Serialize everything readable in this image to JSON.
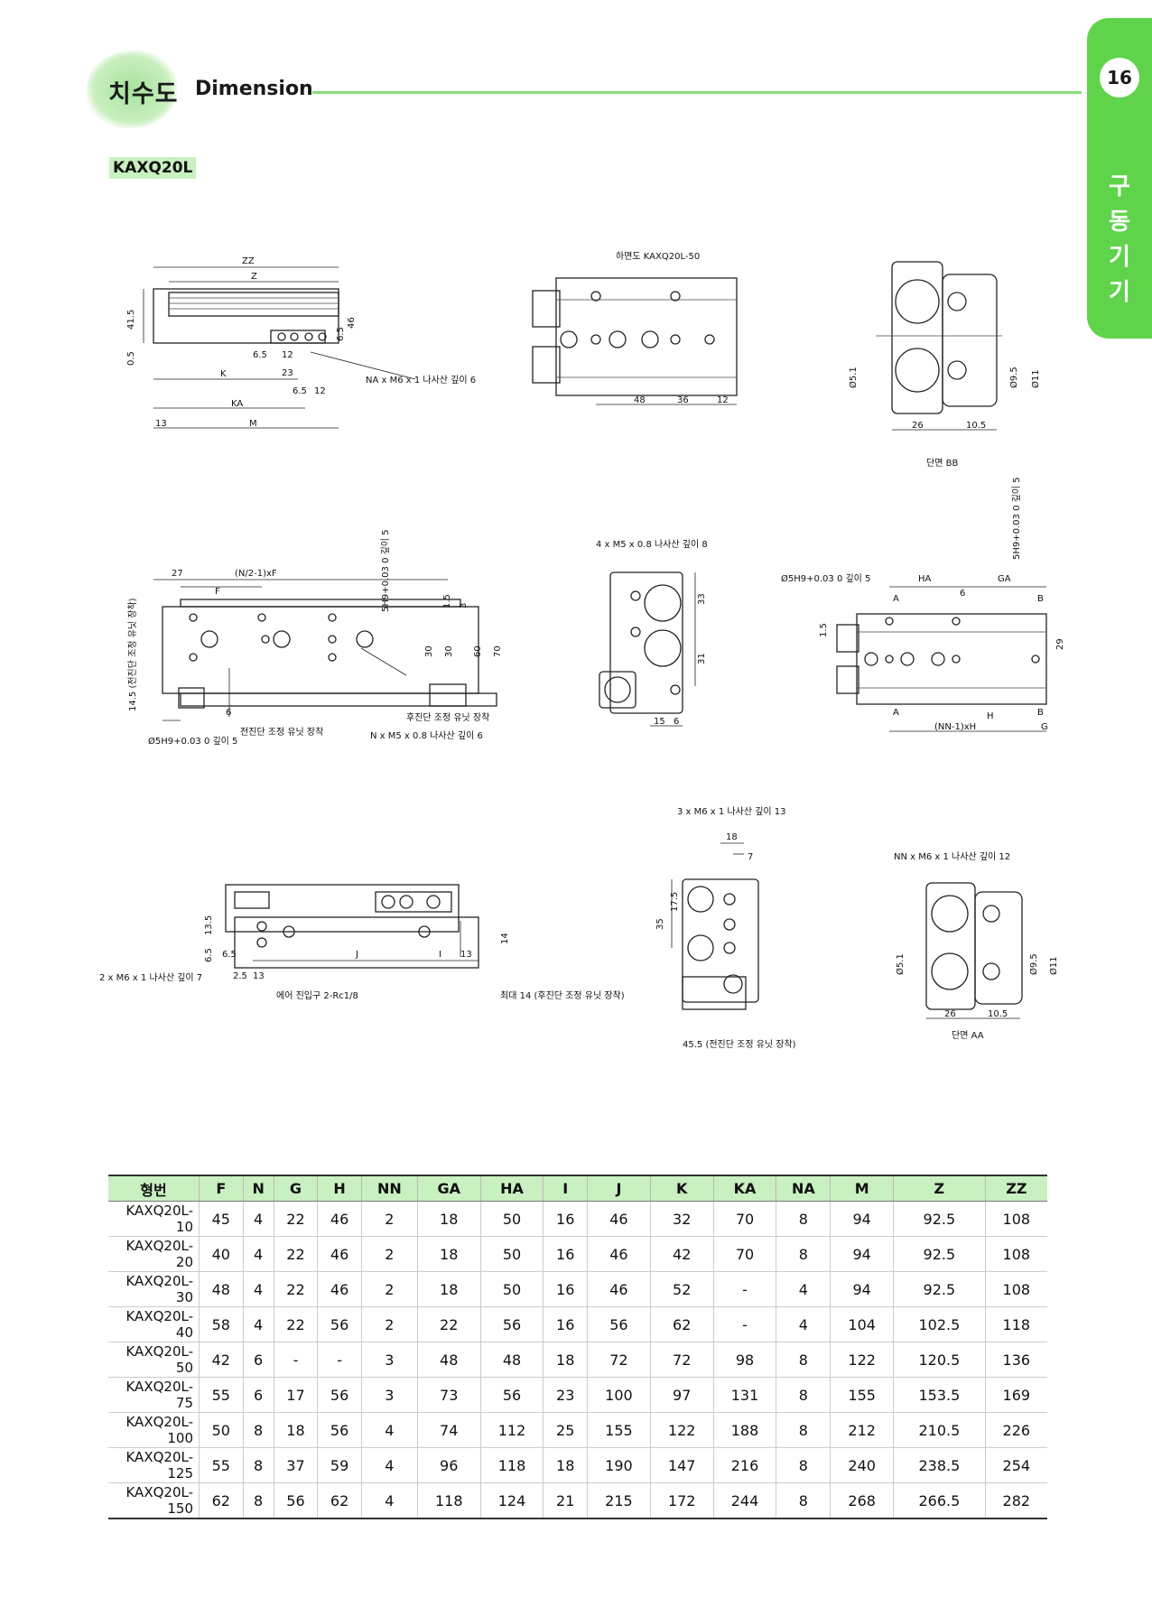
{
  "header": {
    "title_ko": "치수도",
    "title_en": "Dimension",
    "page_number": "16",
    "side_tab": [
      "구",
      "동",
      "기",
      "기"
    ],
    "model": "KAXQ20L"
  },
  "drawings": {
    "top_view": {
      "labels": [
        "ZZ",
        "Z",
        "41.5",
        "0.5",
        "6.5",
        "46",
        "6.5",
        "12",
        "23",
        "K",
        "6.5",
        "12",
        "KA",
        "M",
        "13"
      ],
      "note": "NA x M6 x 1 나사산 깊이 6"
    },
    "bottom_view": {
      "caption": "하면도 KAXQ20L-50",
      "dims": [
        "48",
        "36",
        "12"
      ]
    },
    "section_bb": {
      "caption": "단면 BB",
      "dims": [
        "Ø5.1",
        "Ø9.5",
        "Ø11",
        "26",
        "10.5"
      ]
    },
    "front_view": {
      "labels": [
        "27",
        "(N/2-1)xF",
        "F",
        "5H9+0.03 0 깊이 5",
        "1.5",
        "3",
        "30",
        "30",
        "60",
        "70",
        "14.5 (전진단 조정 유닛 장착)",
        "6"
      ],
      "notes": [
        "Ø5H9+0.03 0 깊이 5",
        "전진단 조정 유닛 장착",
        "후진단 조정 유닛 장착",
        "N x M5 x 0.8 나사산 깊이 6"
      ]
    },
    "end_view_left": {
      "note": "4 x M5 x 0.8 나사산 깊이 8",
      "dims": [
        "33",
        "31",
        "15",
        "6"
      ]
    },
    "slide_view": {
      "labels": [
        "Ø5H9+0.03 0 깊이 5",
        "HA",
        "GA",
        "5H9+0.03 0 깊이 5",
        "A",
        "6",
        "B",
        "1.5",
        "29",
        "A",
        "H",
        "B",
        "(NN-1)xH",
        "G"
      ]
    },
    "side_view": {
      "labels": [
        "13.5",
        "6.5",
        "6.5",
        "J",
        "I",
        "13",
        "14",
        "2.5",
        "13"
      ],
      "notes": [
        "2 x M6 x 1 나사산 깊이 7",
        "에어 진입구 2-Rc1/8",
        "최대 14 (후진단 조정 유닛 장착)"
      ]
    },
    "end_view_right": {
      "note": "3 x M6 x 1 나사산 깊이 13",
      "dims": [
        "18",
        "7",
        "17.5",
        "35"
      ],
      "note2": "45.5 (전진단 조정 유닛 장착)"
    },
    "section_aa": {
      "caption": "단면 AA",
      "note": "NN x M6 x 1 나사산 깊이 12",
      "dims": [
        "Ø5.1",
        "Ø9.5",
        "Ø11",
        "26",
        "10.5"
      ]
    }
  },
  "table": {
    "headers": [
      "형번",
      "F",
      "N",
      "G",
      "H",
      "NN",
      "GA",
      "HA",
      "I",
      "J",
      "K",
      "KA",
      "NA",
      "M",
      "Z",
      "ZZ"
    ],
    "rows": [
      [
        "KAXQ20L-10",
        "45",
        "4",
        "22",
        "46",
        "2",
        "18",
        "50",
        "16",
        "46",
        "32",
        "70",
        "8",
        "94",
        "92.5",
        "108"
      ],
      [
        "KAXQ20L-20",
        "40",
        "4",
        "22",
        "46",
        "2",
        "18",
        "50",
        "16",
        "46",
        "42",
        "70",
        "8",
        "94",
        "92.5",
        "108"
      ],
      [
        "KAXQ20L-30",
        "48",
        "4",
        "22",
        "46",
        "2",
        "18",
        "50",
        "16",
        "46",
        "52",
        "-",
        "4",
        "94",
        "92.5",
        "108"
      ],
      [
        "KAXQ20L-40",
        "58",
        "4",
        "22",
        "56",
        "2",
        "22",
        "56",
        "16",
        "56",
        "62",
        "-",
        "4",
        "104",
        "102.5",
        "118"
      ],
      [
        "KAXQ20L-50",
        "42",
        "6",
        "-",
        "-",
        "3",
        "48",
        "48",
        "18",
        "72",
        "72",
        "98",
        "8",
        "122",
        "120.5",
        "136"
      ],
      [
        "KAXQ20L-75",
        "55",
        "6",
        "17",
        "56",
        "3",
        "73",
        "56",
        "23",
        "100",
        "97",
        "131",
        "8",
        "155",
        "153.5",
        "169"
      ],
      [
        "KAXQ20L-100",
        "50",
        "8",
        "18",
        "56",
        "4",
        "74",
        "112",
        "25",
        "155",
        "122",
        "188",
        "8",
        "212",
        "210.5",
        "226"
      ],
      [
        "KAXQ20L-125",
        "55",
        "8",
        "37",
        "59",
        "4",
        "96",
        "118",
        "18",
        "190",
        "147",
        "216",
        "8",
        "240",
        "238.5",
        "254"
      ],
      [
        "KAXQ20L-150",
        "62",
        "8",
        "56",
        "62",
        "4",
        "118",
        "124",
        "21",
        "215",
        "172",
        "244",
        "8",
        "268",
        "266.5",
        "282"
      ]
    ]
  }
}
